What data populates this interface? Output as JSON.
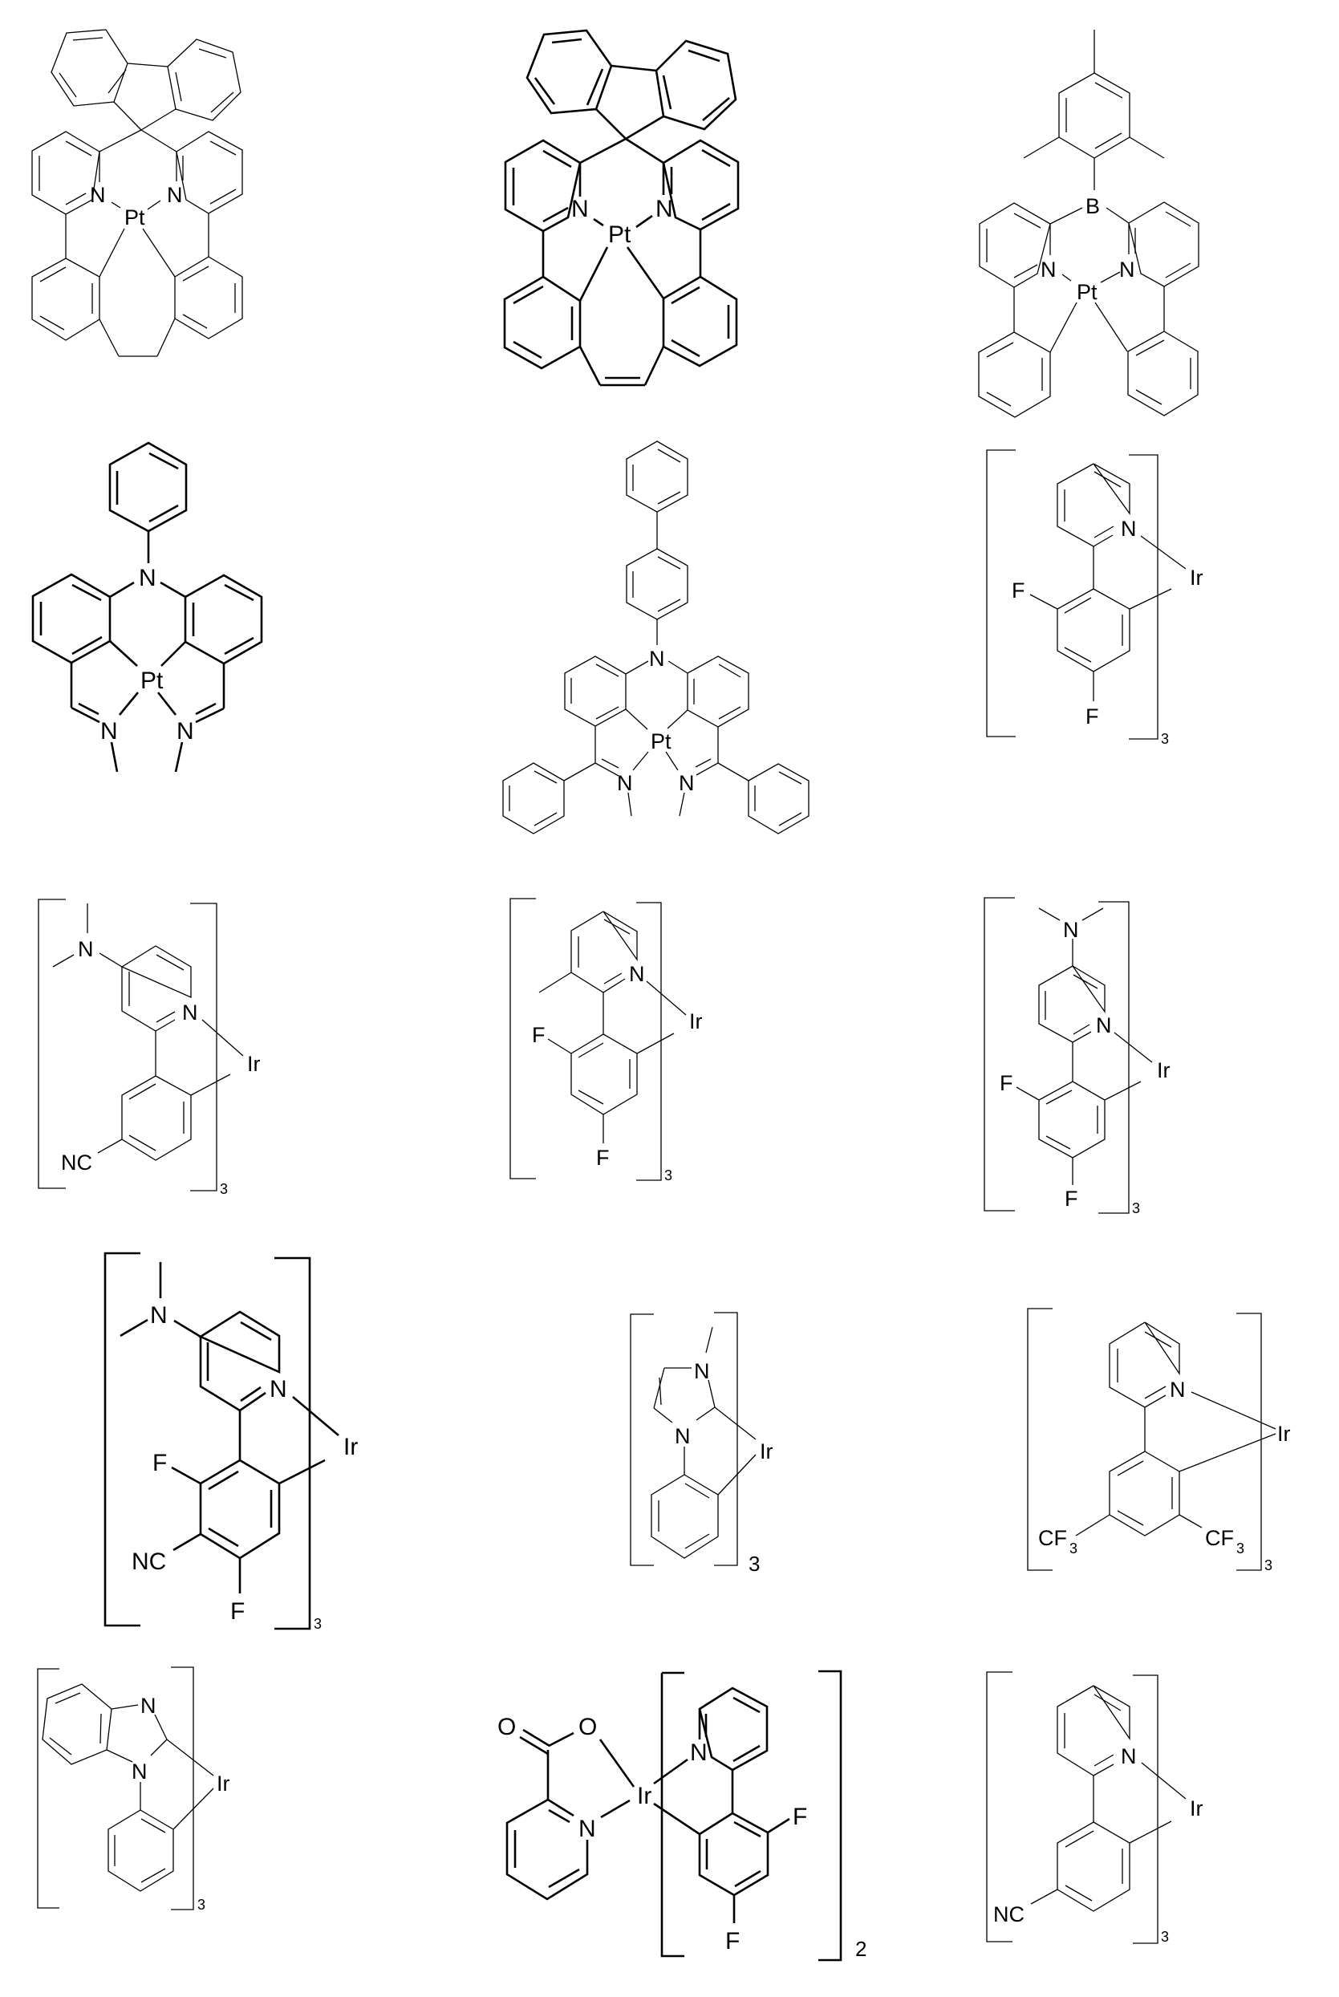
{
  "figure": {
    "description": "Grid of 15 phosphorescent metal-complex chemical structures (Pt and Ir emitters)",
    "layout": {
      "rows": 5,
      "cols": 3
    },
    "line_color": "#000000",
    "background": "#ffffff"
  },
  "structures": [
    {
      "id": 1,
      "row": 1,
      "col": 1,
      "metal": "Pt",
      "labels": {
        "n_left": "N",
        "n_right": "N",
        "metal": "Pt"
      },
      "description": "Spirofluorene-bridged bis(phenylpyridine) Pt(II) tetradentate complex with ethylene (CH2-CH2) bridge between phenyl rings"
    },
    {
      "id": 2,
      "row": 1,
      "col": 2,
      "metal": "Pt",
      "labels": {
        "n_left": "N",
        "n_right": "N",
        "metal": "Pt"
      },
      "description": "Spirofluorene-bridged bis(phenylpyridine) Pt(II) tetradentate complex with vinylene (CH=CH) bridge between phenyl rings"
    },
    {
      "id": 3,
      "row": 1,
      "col": 3,
      "metal": "Pt",
      "labels": {
        "boron": "B",
        "n_left": "N",
        "n_right": "N",
        "metal": "Pt"
      },
      "description": "Mesitylboron-bridged bis(phenylpyridine) Pt(II) tetradentate complex"
    },
    {
      "id": 4,
      "row": 2,
      "col": 1,
      "metal": "Pt",
      "labels": {
        "amine": "N",
        "metal": "Pt",
        "imine_left": "N",
        "imine_right": "N"
      },
      "description": "N-phenyl diarylamine bis(N-methyl aldimine) Pt(II) pincer complex"
    },
    {
      "id": 5,
      "row": 2,
      "col": 2,
      "metal": "Pt",
      "labels": {
        "amine": "N",
        "metal": "Pt",
        "imine_left": "N",
        "imine_right": "N"
      },
      "description": "N-biphenyl diarylamine bis(N-methyl phenyl ketimine) Pt(II) complex"
    },
    {
      "id": 6,
      "row": 2,
      "col": 3,
      "metal": "Ir",
      "labels": {
        "n": "N",
        "metal": "Ir",
        "f_top": "F",
        "f_bottom": "F",
        "count": "3"
      },
      "description": "Ir(4,6-dFppy)3 tris(2-(4,6-difluorophenyl)pyridine) iridium"
    },
    {
      "id": 7,
      "row": 3,
      "col": 1,
      "metal": "Ir",
      "labels": {
        "nme2": "N",
        "n": "N",
        "metal": "Ir",
        "cn": "NC",
        "count": "3"
      },
      "description": "Tris Ir complex: 4-dimethylamino pyridine with 5-cyanophenyl"
    },
    {
      "id": 8,
      "row": 3,
      "col": 2,
      "metal": "Ir",
      "labels": {
        "n": "N",
        "metal": "Ir",
        "f_top": "F",
        "f_bottom": "F",
        "count": "3"
      },
      "description": "Tris Ir complex: 3-methylpyridine with 4,6-difluorophenyl"
    },
    {
      "id": 9,
      "row": 3,
      "col": 3,
      "metal": "Ir",
      "labels": {
        "nme2": "N",
        "n": "N",
        "metal": "Ir",
        "f_top": "F",
        "f_bottom": "F",
        "count": "3"
      },
      "description": "Tris Ir complex: 5-dimethylamino pyridine with 4,6-difluorophenyl"
    },
    {
      "id": 10,
      "row": 4,
      "col": 1,
      "metal": "Ir",
      "labels": {
        "nme2": "N",
        "n": "N",
        "metal": "Ir",
        "f_top": "F",
        "cn": "NC",
        "f_bottom": "F",
        "count": "3"
      },
      "description": "Tris Ir complex: 4-dimethylamino pyridine with 3-cyano-2,4-difluorophenyl"
    },
    {
      "id": 11,
      "row": 4,
      "col": 2,
      "metal": "Ir",
      "labels": {
        "n_top": "N",
        "n_bottom": "N",
        "metal": "Ir",
        "count": "3"
      },
      "description": "Tris(1-methyl-3-phenylimidazol-2-ylidene) iridium NHC complex"
    },
    {
      "id": 12,
      "row": 4,
      "col": 3,
      "metal": "Ir",
      "labels": {
        "n": "N",
        "metal": "Ir",
        "cf3_left": "CF",
        "cf3_left_sub": "3",
        "cf3_right": "CF",
        "cf3_right_sub": "3",
        "count": "3"
      },
      "description": "Tris Ir complex: 2-(3,5-bis(trifluoromethyl)phenyl)pyridine"
    },
    {
      "id": 13,
      "row": 5,
      "col": 1,
      "metal": "Ir",
      "labels": {
        "n_top": "N",
        "n_bottom": "N",
        "metal": "Ir",
        "count": "3"
      },
      "description": "Tris(N-phenylbenzimidazol-2-ylidene) iridium NHC complex"
    },
    {
      "id": 14,
      "row": 5,
      "col": 2,
      "metal": "Ir",
      "labels": {
        "o_carbonyl": "O",
        "o_ligand": "O",
        "n_pic": "N",
        "metal": "Ir",
        "n_ppy": "N",
        "f_right": "F",
        "f_bottom": "F",
        "count": "2"
      },
      "description": "FIrpic: bis(4,6-difluorophenylpyridinato)iridium picolinate"
    },
    {
      "id": 15,
      "row": 5,
      "col": 3,
      "metal": "Ir",
      "labels": {
        "n": "N",
        "metal": "Ir",
        "cn": "NC",
        "count": "3"
      },
      "description": "Tris Ir complex: 2-(5-cyanophenyl)pyridine"
    }
  ]
}
